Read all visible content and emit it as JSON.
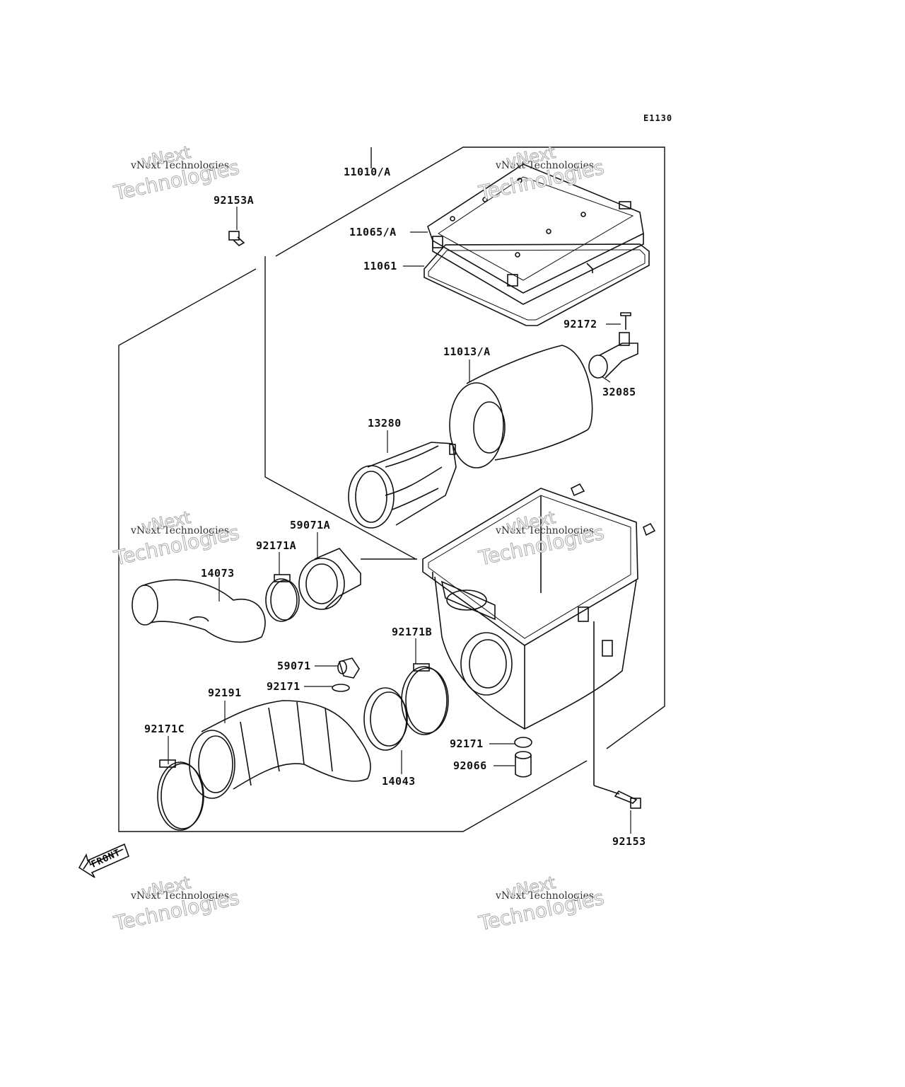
{
  "diagram_code": "E1130",
  "front_label": "FRONT",
  "watermark": {
    "line1": "vNext Technologies",
    "line2": "vNext",
    "line3": "Technologies"
  },
  "parts": {
    "p11010A": "11010/A",
    "p92153A": "92153A",
    "p11065A": "11065/A",
    "p11061": "11061",
    "p92172": "92172",
    "p11013A": "11013/A",
    "p32085": "32085",
    "p13280": "13280",
    "p59071A": "59071A",
    "p92171A": "92171A",
    "p14073": "14073",
    "p92171B": "92171B",
    "p59071": "59071",
    "p92171_top": "92171",
    "p92191": "92191",
    "p92171C": "92171C",
    "p92171_bot": "92171",
    "p92066": "92066",
    "p14043": "14043",
    "p92153": "92153"
  }
}
